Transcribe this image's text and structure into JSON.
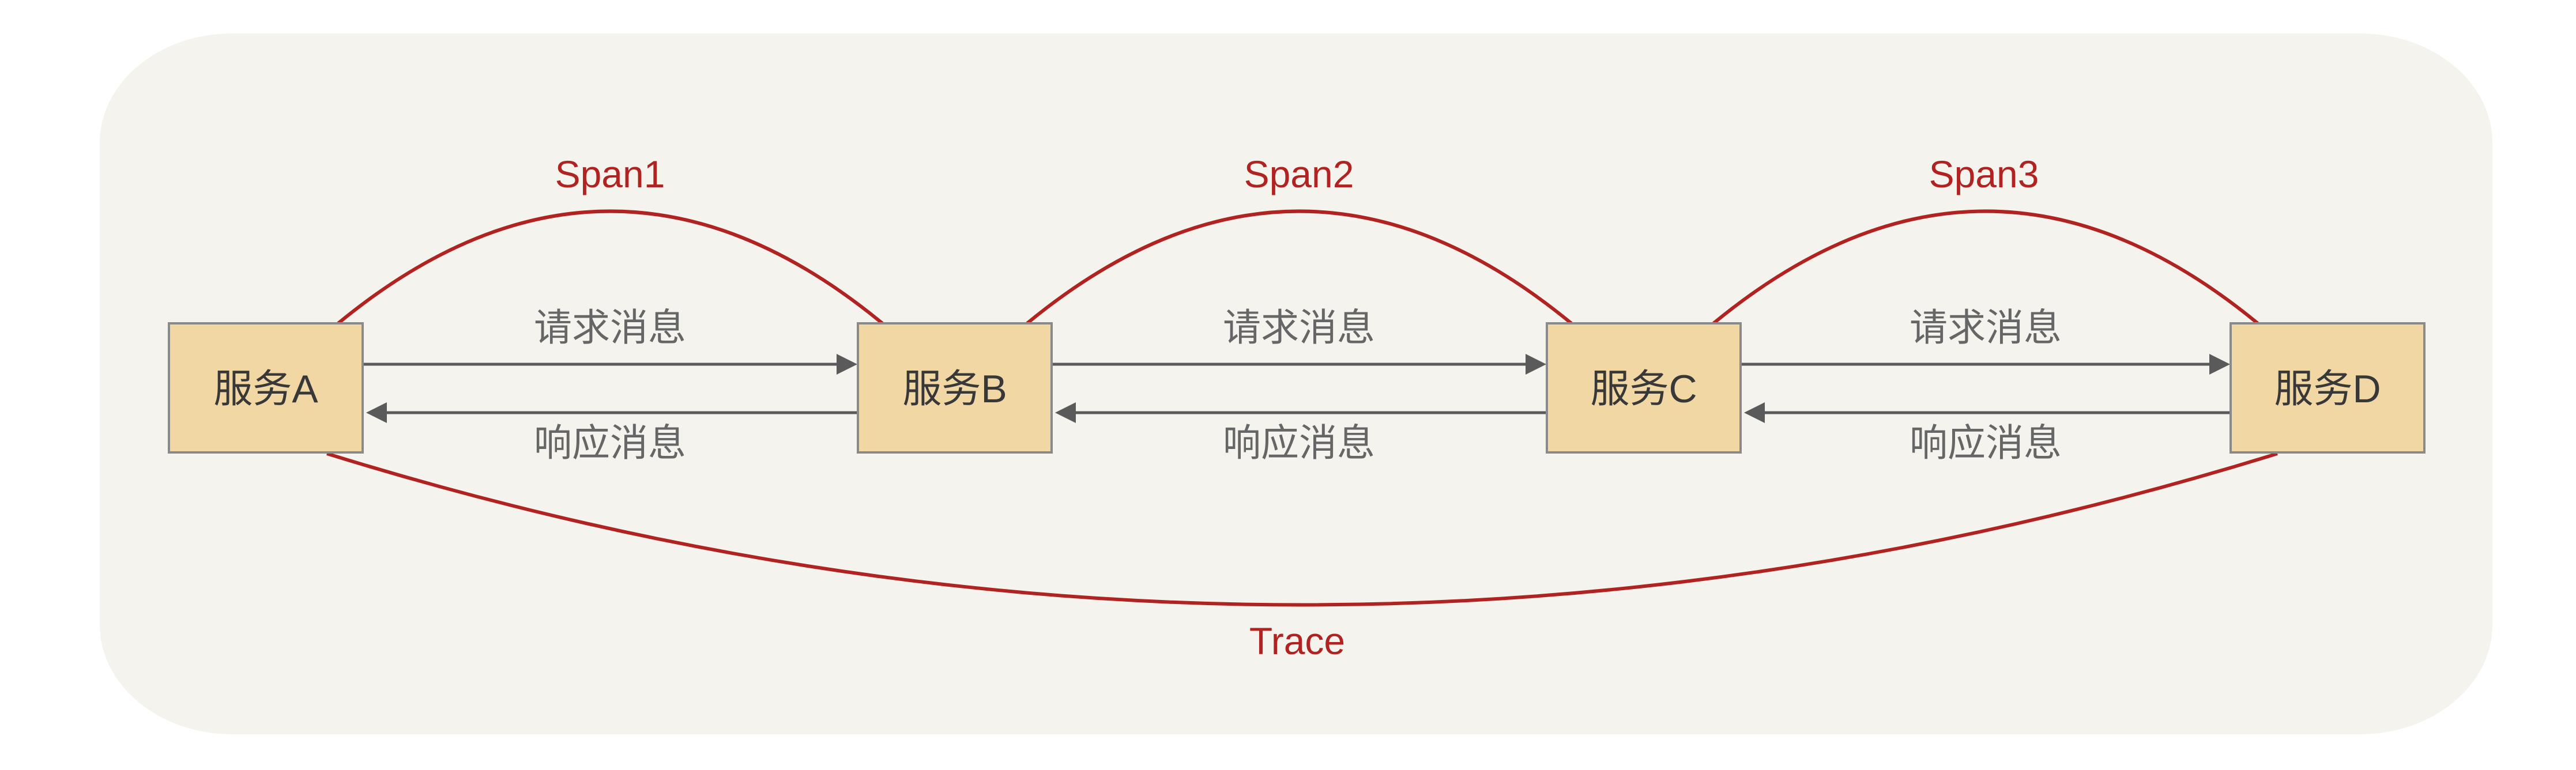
{
  "diagram": {
    "services": [
      {
        "label": "服务A"
      },
      {
        "label": "服务B"
      },
      {
        "label": "服务C"
      },
      {
        "label": "服务D"
      }
    ],
    "spans": [
      {
        "label": "Span1"
      },
      {
        "label": "Span2"
      },
      {
        "label": "Span3"
      }
    ],
    "trace": {
      "label": "Trace"
    },
    "messages": {
      "request": "请求消息",
      "response": "响应消息"
    },
    "colors": {
      "page_background": "#ffffff",
      "panel_background": "#f4f3ee",
      "box_fill": "#f0d7a4",
      "box_border": "#8a8a8a",
      "arrow": "#5a5a5a",
      "accent_red": "#b12320",
      "box_text": "#383838",
      "message_text": "#666666"
    }
  }
}
